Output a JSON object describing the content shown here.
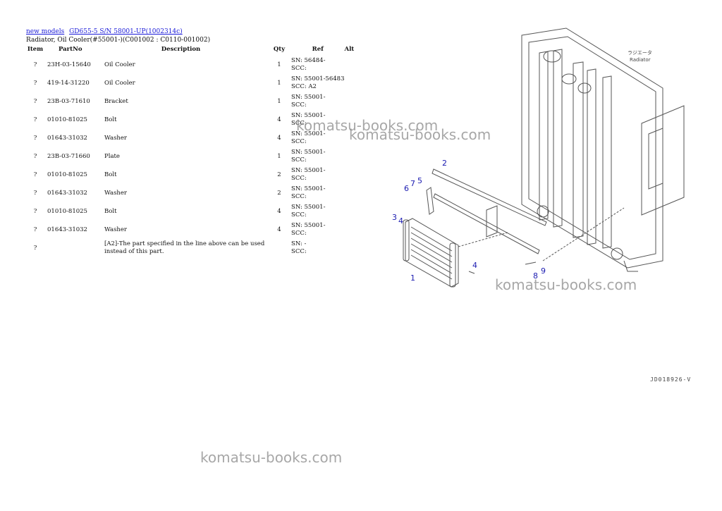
{
  "breadcrumb": {
    "links": [
      "new models",
      "GD655-5 S/N 58001-UP(1002314c)"
    ]
  },
  "subtitle": "Radiator, Oil Cooler(#55001-)(C001002 : C0110-001002)",
  "table": {
    "headers": [
      "Item",
      "PartNo",
      "Description",
      "Qty",
      "Ref",
      "Alt"
    ],
    "rows": [
      {
        "item": "?",
        "part": "23H-03-15640",
        "desc": "Oil Cooler",
        "qty": "1",
        "ref": [
          "SN: 56484-",
          "SCC:"
        ],
        "alt": ""
      },
      {
        "item": "?",
        "part": "419-14-31220",
        "desc": "Oil Cooler",
        "qty": "1",
        "ref": [
          "SN: 55001-56483",
          "SCC: A2"
        ],
        "alt": ""
      },
      {
        "item": "?",
        "part": "23B-03-71610",
        "desc": "Bracket",
        "qty": "1",
        "ref": [
          "SN: 55001-",
          "SCC:"
        ],
        "alt": ""
      },
      {
        "item": "?",
        "part": "01010-81025",
        "desc": "Bolt",
        "qty": "4",
        "ref": [
          "SN: 55001-",
          "SCC:"
        ],
        "alt": ""
      },
      {
        "item": "?",
        "part": "01643-31032",
        "desc": "Washer",
        "qty": "4",
        "ref": [
          "SN: 55001-",
          "SCC:"
        ],
        "alt": ""
      },
      {
        "item": "?",
        "part": "23B-03-71660",
        "desc": "Plate",
        "qty": "1",
        "ref": [
          "SN: 55001-",
          "SCC:"
        ],
        "alt": ""
      },
      {
        "item": "?",
        "part": "01010-81025",
        "desc": "Bolt",
        "qty": "2",
        "ref": [
          "SN: 55001-",
          "SCC:"
        ],
        "alt": ""
      },
      {
        "item": "?",
        "part": "01643-31032",
        "desc": "Washer",
        "qty": "2",
        "ref": [
          "SN: 55001-",
          "SCC:"
        ],
        "alt": ""
      },
      {
        "item": "?",
        "part": "01010-81025",
        "desc": "Bolt",
        "qty": "4",
        "ref": [
          "SN: 55001-",
          "SCC:"
        ],
        "alt": ""
      },
      {
        "item": "?",
        "part": "01643-31032",
        "desc": "Washer",
        "qty": "4",
        "ref": [
          "SN: 55001-",
          "SCC:"
        ],
        "alt": ""
      },
      {
        "item": "?",
        "part": "",
        "desc": "[A2]-The part specified in the line above can be used instead of this part.",
        "qty": "",
        "ref": [
          "SN: -",
          "SCC:"
        ],
        "alt": ""
      }
    ]
  },
  "watermark": "komatsu-books.com",
  "diagram": {
    "label_radiator_jp": "ラジエータ",
    "label_radiator": "Radiator",
    "callouts": [
      "1",
      "2",
      "3",
      "4",
      "4",
      "5",
      "6",
      "7",
      "8",
      "9"
    ],
    "callout_color": "#1a1ab0",
    "drawing_code": "JD018926-V"
  }
}
